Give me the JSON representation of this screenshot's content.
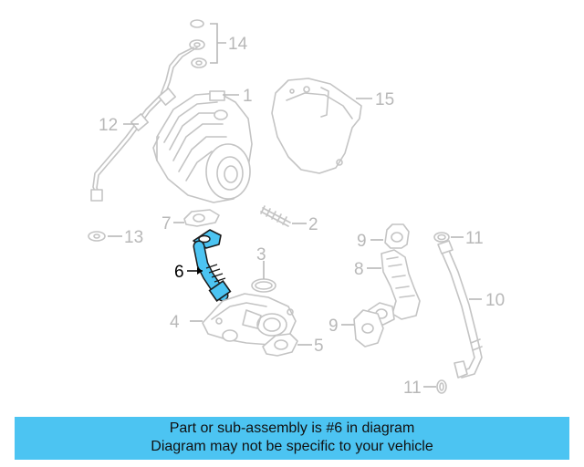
{
  "highlight": {
    "part": "6",
    "color": "#4cc4f2"
  },
  "callouts": [
    "1",
    "2",
    "3",
    "4",
    "5",
    "6",
    "7",
    "8",
    "9",
    "9",
    "10",
    "11",
    "11",
    "12",
    "13",
    "14",
    "15"
  ],
  "banner": {
    "line1": "Part or sub-assembly is #6 in diagram",
    "line2": "Diagram may not be specific to your vehicle",
    "background": "#4cc4f2"
  }
}
